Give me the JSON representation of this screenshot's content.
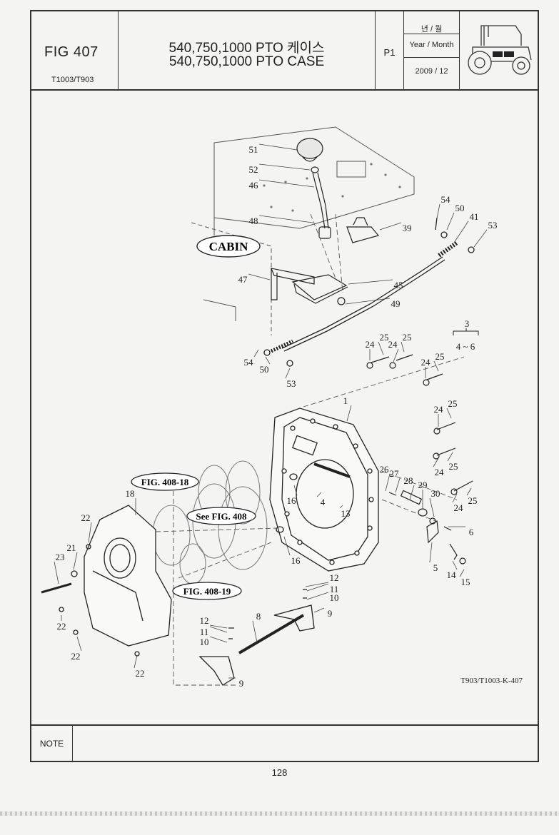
{
  "header": {
    "fig_label": "FIG 407",
    "model": "T1003/T903",
    "title_kr": "540,750,1000 PTO 케이스",
    "title_en": "540,750,1000 PTO CASE",
    "page_code": "P1",
    "year_month_kr": "년 / 월",
    "year_month_en": "Year / Month",
    "date": "2009 / 12",
    "tractor_icon": "tractor-icon"
  },
  "diagram": {
    "callouts": {
      "cabin": "CABIN",
      "fig_408_18": "FIG. 408-18",
      "see_fig_408": "See FIG. 408",
      "fig_408_19": "FIG. 408-19"
    },
    "group_label_3": "3",
    "group_label_4_6": "4 ~ 6",
    "drawing_code": "T903/T1003-K-407",
    "part_numbers": [
      "51",
      "52",
      "46",
      "48",
      "39",
      "47",
      "45",
      "49",
      "54",
      "50",
      "41",
      "53",
      "54",
      "50",
      "53",
      "3",
      "24",
      "25",
      "24",
      "25",
      "24",
      "25",
      "24",
      "25",
      "24",
      "25",
      "24",
      "25",
      "1",
      "26",
      "27",
      "28",
      "29",
      "30",
      "6",
      "5",
      "14",
      "15",
      "16",
      "4",
      "13",
      "16",
      "18",
      "22",
      "21",
      "23",
      "22",
      "22",
      "22",
      "12",
      "11",
      "10",
      "8",
      "9",
      "12",
      "11",
      "10",
      "9"
    ]
  },
  "footer": {
    "note_label": "NOTE",
    "page_number": "128"
  }
}
